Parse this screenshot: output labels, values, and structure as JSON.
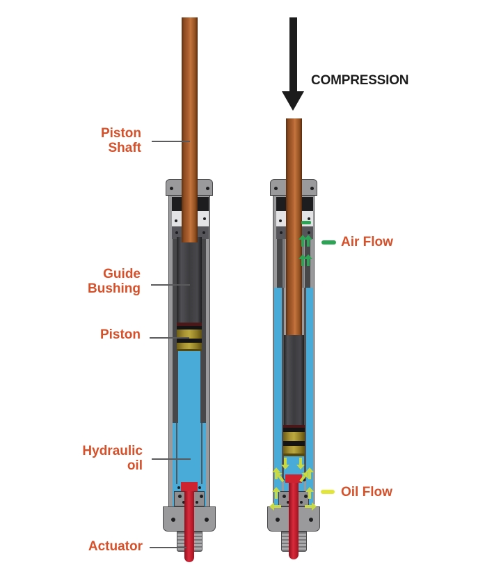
{
  "diagram": {
    "type": "shock-absorber-cross-section",
    "left_unit": {
      "state": "extended",
      "labels": {
        "piston_shaft": "Piston\nShaft",
        "guide_bushing": "Guide\nBushing",
        "piston": "Piston",
        "hydraulic_oil": "Hydraulic\noil",
        "actuator": "Actuator"
      }
    },
    "right_unit": {
      "state": "compressed",
      "labels": {
        "compression": "COMPRESSION",
        "air_flow": "Air Flow",
        "oil_flow": "Oil Flow"
      }
    }
  },
  "colors": {
    "label_orange": "#d6502a",
    "oil_blue": "#49abd7",
    "shaft_brown": "#a3582a",
    "casing_gray": "#9a9a9c",
    "component_dark_gray": "#47474a",
    "piston_yellow": "#a99434",
    "actuator_red": "#cf2231",
    "air_flow_green": "#2da455",
    "oil_flow_yellow": "#c9d944",
    "compression_black": "#1c1c1c"
  }
}
